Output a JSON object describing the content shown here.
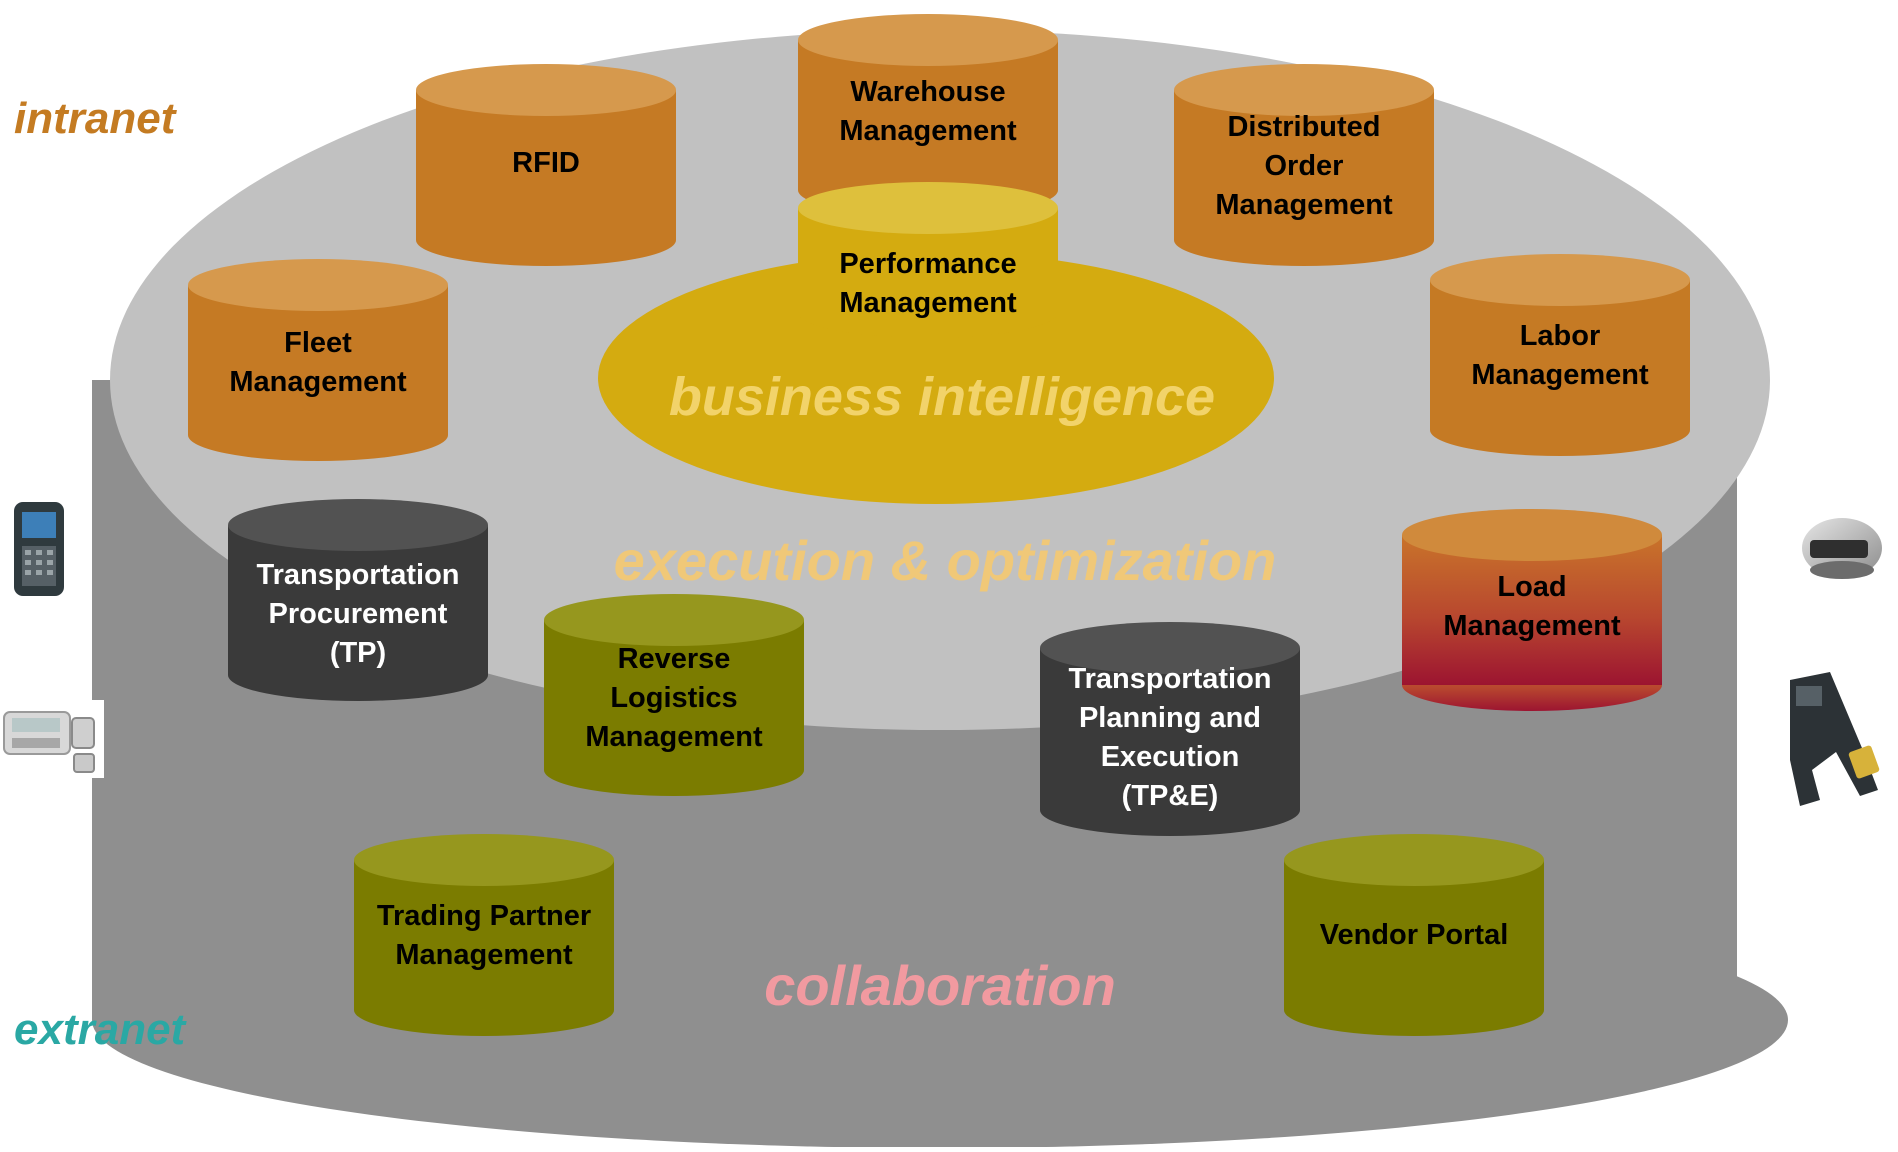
{
  "labels": {
    "intranet": "intranet",
    "extranet": "extranet",
    "business_intelligence": "business intelligence",
    "execution_optimization": "execution & optimization",
    "collaboration": "collaboration"
  },
  "colors": {
    "intranet": "#c47b22",
    "extranet": "#2aa8a4",
    "business_intelligence": "#f2d36a",
    "execution_optimization": "#f0c878",
    "collaboration": "#f19aa0",
    "orange_module": "#c57a24",
    "olive_module": "#7b7c00",
    "dark_module": "#3a3a3a",
    "gold_module": "#d4ab10"
  },
  "modules": {
    "rfid": [
      "RFID"
    ],
    "warehouse": [
      "Warehouse",
      "Management"
    ],
    "distributed_order": [
      "Distributed",
      "Order",
      "Management"
    ],
    "performance": [
      "Performance",
      "Management"
    ],
    "fleet": [
      "Fleet",
      "Management"
    ],
    "labor": [
      "Labor",
      "Management"
    ],
    "transportation_procurement": [
      "Transportation",
      "Procurement",
      "(TP)"
    ],
    "reverse_logistics": [
      "Reverse",
      "Logistics",
      "Management"
    ],
    "transportation_planning": [
      "Transportation",
      "Planning and",
      "Execution",
      "(TP&E)"
    ],
    "load": [
      "Load",
      "Management"
    ],
    "trading_partner": [
      "Trading Partner",
      "Management"
    ],
    "vendor_portal": [
      "Vendor Portal"
    ]
  },
  "devices": [
    "handheld-terminal-icon",
    "desktop-terminal-icon",
    "wearable-scanner-icon",
    "pistol-grip-scanner-icon"
  ]
}
